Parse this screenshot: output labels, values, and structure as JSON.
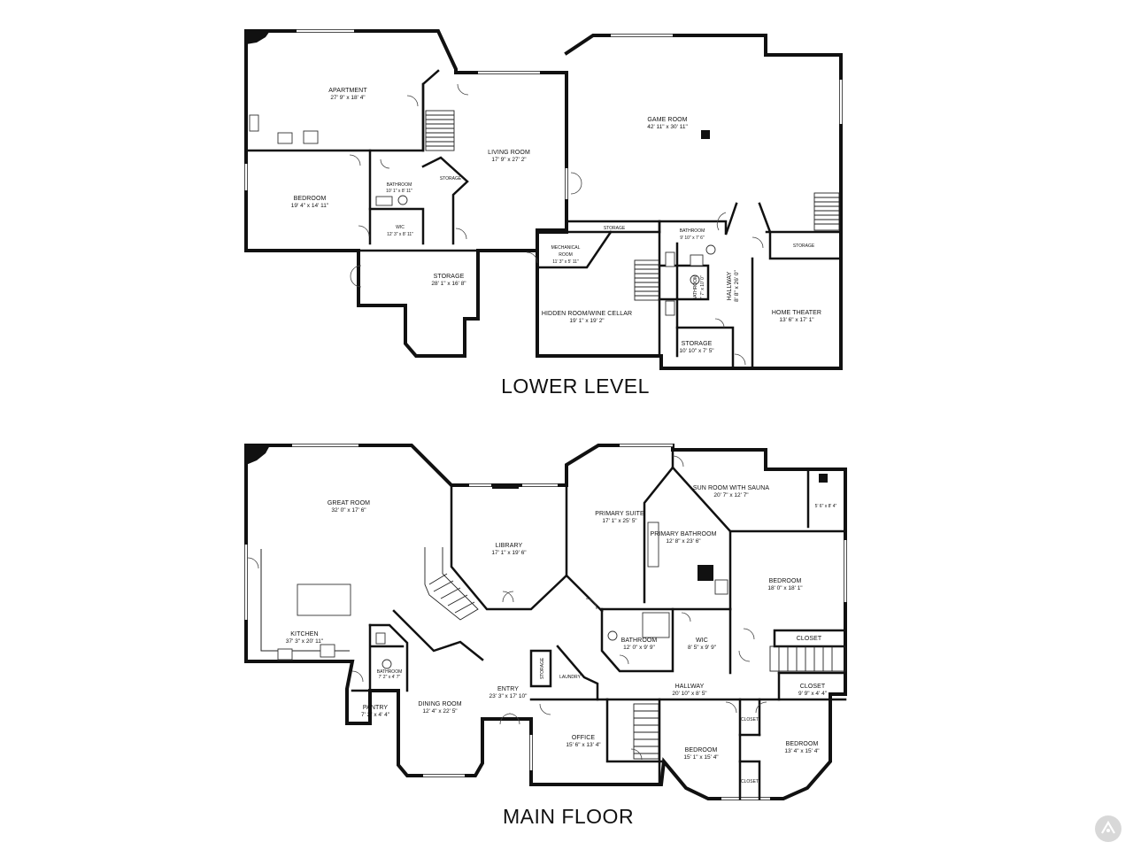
{
  "levels": {
    "lower": {
      "title": "LOWER LEVEL"
    },
    "main": {
      "title": "MAIN FLOOR"
    }
  },
  "rooms": {
    "lower": {
      "apartment": {
        "name": "APARTMENT",
        "dim": "27' 9\" x 18' 4\""
      },
      "bedroom": {
        "name": "BEDROOM",
        "dim": "19' 4\" x 14' 11\""
      },
      "bathroom1": {
        "name": "BATHROOM",
        "dim": "10' 1\" x 8' 11\""
      },
      "wic": {
        "name": "WIC",
        "dim": "12' 3\" x 8' 11\""
      },
      "storage_stair": {
        "name": "STORAGE"
      },
      "living": {
        "name": "LIVING ROOM",
        "dim": "17' 9\" x 27' 2\""
      },
      "game": {
        "name": "GAME ROOM",
        "dim": "42' 11\" x 30' 11\""
      },
      "storage_big": {
        "name": "STORAGE",
        "dim": "28' 1\" x 16' 8\""
      },
      "mechanical": {
        "name": "MECHANICAL",
        "name2": "ROOM",
        "dim": "11' 3\" x 5' 11\""
      },
      "storage_top": {
        "name": "STORAGE"
      },
      "hidden": {
        "name": "HIDDEN ROOM/WINE CELLAR",
        "dim": "19' 1\" x 19' 2\""
      },
      "bathroom2": {
        "name": "BATHROOM",
        "dim": "9' 10\" x 7' 6\""
      },
      "bathroom3": {
        "name": "BATHROOM",
        "dim": "7' 7\" x 10' 0\""
      },
      "hallway": {
        "name": "HALLWAY",
        "dim": "8' 8\" x 26' 0\""
      },
      "storage_small": {
        "name": "STORAGE",
        "dim": "10' 10\" x 7' 5\""
      },
      "storage_right": {
        "name": "STORAGE"
      },
      "theater": {
        "name": "HOME THEATER",
        "dim": "13' 6\" x 17' 1\""
      }
    },
    "main": {
      "great": {
        "name": "GREAT ROOM",
        "dim": "32' 0\" x 17' 6\""
      },
      "kitchen": {
        "name": "KITCHEN",
        "dim": "37' 3\" x 20' 11\""
      },
      "library": {
        "name": "LIBRARY",
        "dim": "17' 1\" x 19' 6\""
      },
      "primary_suite": {
        "name": "PRIMARY SUITE",
        "dim": "17' 1\" x 25' 5\""
      },
      "primary_bath": {
        "name": "PRIMARY BATHROOM",
        "dim": "12' 8\" x 23' 6\""
      },
      "sunroom": {
        "name": "SUN ROOM WITH SAUNA",
        "dim": "20' 7\" x 12' 7\""
      },
      "sunroom_side": {
        "dim": "5' 6\" x 8' 4\""
      },
      "bedroom1": {
        "name": "BEDROOM",
        "dim": "18' 0\" x 18' 1\""
      },
      "closet1": {
        "name": "CLOSET"
      },
      "bathroom": {
        "name": "BATHROOM",
        "dim": "12' 0\" x 9' 9\""
      },
      "wic": {
        "name": "WIC",
        "dim": "8' 5\" x 9' 9\""
      },
      "half_bath": {
        "name": "BATHROOM",
        "dim": "7' 2\" x 4' 7\""
      },
      "pantry": {
        "name": "PANTRY",
        "dim": "7' 2\" x 4' 4\""
      },
      "dining": {
        "name": "DINING ROOM",
        "dim": "12' 4\" x 22' 5\""
      },
      "entry": {
        "name": "ENTRY",
        "dim": "23' 3\" x 17' 10\""
      },
      "storage": {
        "name": "STORAGE"
      },
      "laundry": {
        "name": "LAUNDRY"
      },
      "hallway": {
        "name": "HALLWAY",
        "dim": "20' 10\" x 8' 5\""
      },
      "closet2": {
        "name": "CLOSET",
        "dim": "9' 9\" x 4' 4\""
      },
      "office": {
        "name": "OFFICE",
        "dim": "15' 6\" x 13' 4\""
      },
      "bedroom2": {
        "name": "BEDROOM",
        "dim": "15' 1\" x 15' 4\""
      },
      "bedroom3": {
        "name": "BEDROOM",
        "dim": "13' 4\" x 15' 4\""
      },
      "closet_a": {
        "name": "CLOSET"
      },
      "closet_b": {
        "name": "CLOSET"
      }
    }
  },
  "icons": {
    "watermark": "agent-logo-icon"
  }
}
